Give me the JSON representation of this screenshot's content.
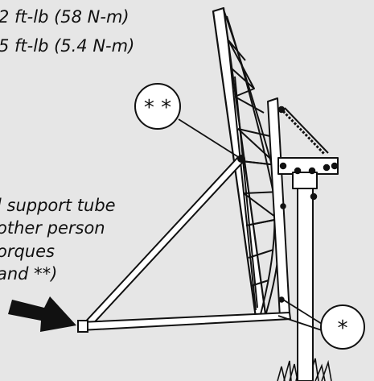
{
  "torque_specs": {
    "line1": "2 ft-lb (58 N-m)",
    "line2": "5 ft-lb (5.4 N-m)"
  },
  "instruction": {
    "line1": "l support tube",
    "line2": "other person",
    "line3": "orques",
    "line4": "and **)"
  },
  "callouts": {
    "double_star": "* *",
    "single_star": "*"
  },
  "colors": {
    "background": "#e6e6e6",
    "ink": "#111111",
    "callout_fill": "#ffffff"
  },
  "icons": {
    "arrow": "arrow-right-icon",
    "grass": "grass-tuft-icon"
  }
}
